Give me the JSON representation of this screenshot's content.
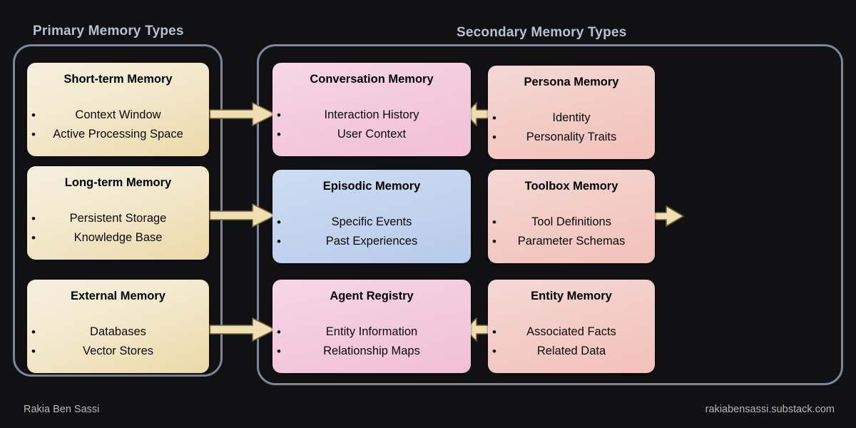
{
  "groups": {
    "primary": {
      "title": "Primary Memory Types"
    },
    "secondary": {
      "title": "Secondary Memory Types"
    }
  },
  "boxes": {
    "short_term": {
      "title": "Short-term Memory",
      "items": [
        "Context Window",
        "Active Processing Space"
      ],
      "color": "#f3e9cf"
    },
    "long_term": {
      "title": "Long-term Memory",
      "items": [
        "Persistent Storage",
        "Knowledge Base"
      ],
      "color": "#f3e9cf"
    },
    "external": {
      "title": "External Memory",
      "items": [
        "Databases",
        "Vector Stores"
      ],
      "color": "#f3e9cf"
    },
    "conversation": {
      "title": "Conversation Memory",
      "items": [
        "Interaction History",
        "User Context"
      ],
      "color": "#f3cbdf"
    },
    "episodic": {
      "title": "Episodic Memory",
      "items": [
        "Specific Events",
        "Past Experiences"
      ],
      "color": "#c3d4ef"
    },
    "agent_registry": {
      "title": "Agent Registry",
      "items": [
        "Entity Information",
        "Relationship Maps"
      ],
      "color": "#f3cbdf"
    },
    "persona": {
      "title": "Persona Memory",
      "items": [
        "Identity",
        "Personality Traits"
      ],
      "color": "#f3cdc7"
    },
    "toolbox": {
      "title": "Toolbox Memory",
      "items": [
        "Tool Definitions",
        "Parameter Schemas"
      ],
      "color": "#f3cdc7"
    },
    "entity": {
      "title": "Entity Memory",
      "items": [
        "Associated Facts",
        "Related Data"
      ],
      "color": "#f3cdc7"
    }
  },
  "bullet_glyph": "•",
  "arrows": {
    "color": "#efdfb0",
    "stroke": "#8c7b4a",
    "connections": [
      {
        "from": "short_term",
        "to": "conversation",
        "direction": "right"
      },
      {
        "from": "long_term",
        "to": "episodic",
        "direction": "right"
      },
      {
        "from": "external",
        "to": "agent_registry",
        "direction": "right"
      },
      {
        "from": "persona",
        "to": "conversation",
        "direction": "left"
      },
      {
        "from": "entity",
        "to": "agent_registry",
        "direction": "left"
      },
      {
        "from": "toolbox",
        "to": "output",
        "direction": "right"
      }
    ]
  },
  "footer": {
    "author": "Rakia Ben Sassi",
    "site": "rakiabensassi.substack.com"
  }
}
